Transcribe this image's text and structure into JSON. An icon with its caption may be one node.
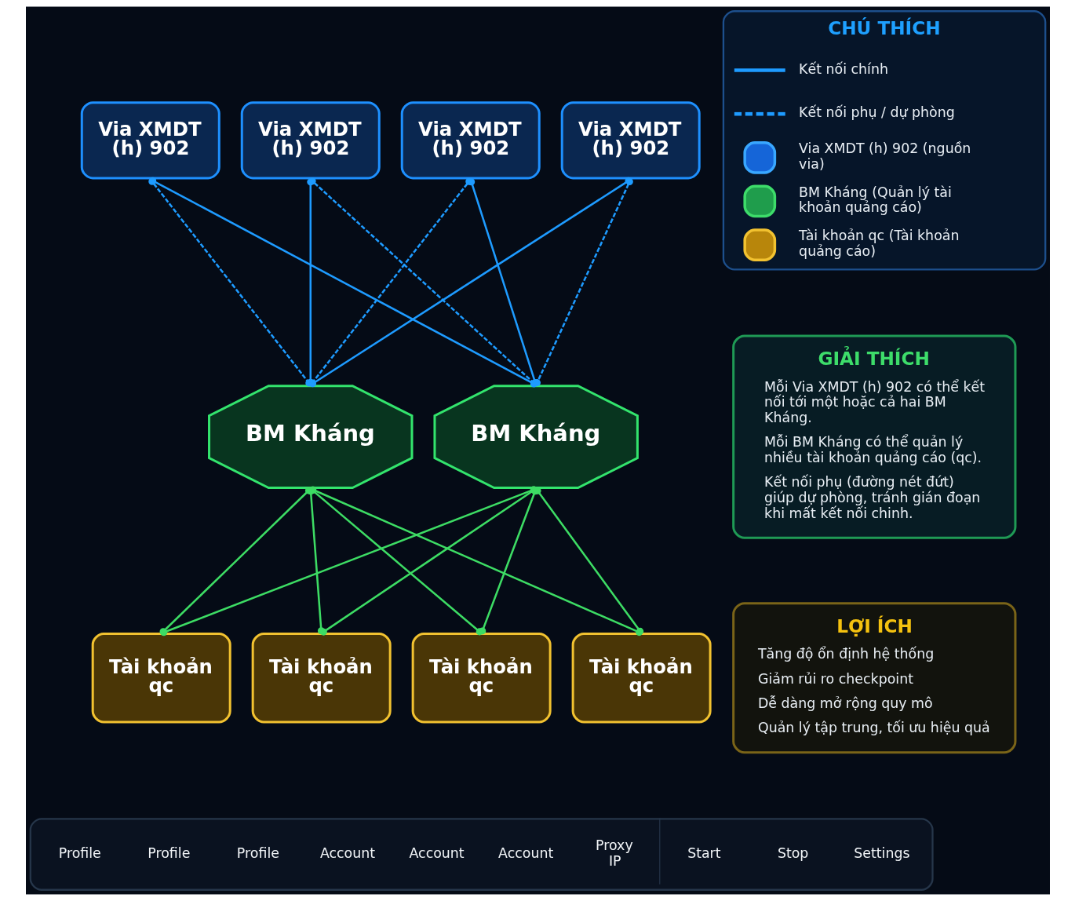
{
  "diagram": {
    "nodes": [
      {
        "text": [
          "Via XMDT (h) 902"
        ]
      },
      {
        "text": [
          "Via XMDT (h) 902"
        ]
      },
      {
        "text": [
          "Via XMDT (h) 902"
        ]
      },
      {
        "text": [
          "Via XMDT (h) 902"
        ]
      },
      {
        "text": [
          "BM Kháng"
        ]
      },
      {
        "text": [
          "BM Kháng"
        ]
      },
      {
        "text": [
          "Tài khoản qc"
        ]
      },
      {
        "text": [
          "Tài khoản qc"
        ]
      },
      {
        "text": [
          "Tài khoản qc"
        ]
      },
      {
        "text": [
          "Tài khoản qc"
        ]
      },
      {
        "text": [
          "GIẢI THÍCH",
          "Mỗi Via XMDT (h) 902 có thể kết nối tới một hoặc cả hai BM Kháng.",
          "Mỗi BM Kháng có thể quản lý nhiều tài khoản quảng cáo (qc).",
          "Kết nối phụ (đường nét đứt) giúp dự phòng, tránh gián đoạn khi mất kết nối chinh."
        ]
      },
      {
        "text": [
          "LỢI ÍCH",
          "Tăng độ ổn định hệ thống",
          "Giảm rủi ro checkpoint",
          "Dễ dàng mở rộng quy mô",
          "Quản lý tập trung, tối ưu hiệu quả"
        ]
      }
    ],
    "edges": [
      {
        "from": 0,
        "to": 4,
        "arrow": "other",
        "style": "dashed",
        "color": "#1e9bff"
      },
      {
        "from": 0,
        "to": 5,
        "arrow": "other",
        "color": "#1e9bff"
      },
      {
        "from": 1,
        "to": 4,
        "arrow": "other",
        "color": "#1e9bff"
      },
      {
        "from": 1,
        "to": 5,
        "arrow": "other",
        "style": "dashed",
        "color": "#1e9bff"
      },
      {
        "from": 2,
        "to": 4,
        "arrow": "other",
        "style": "dashed",
        "color": "#1e9bff"
      },
      {
        "from": 2,
        "to": 5,
        "arrow": "other",
        "color": "#1e9bff"
      },
      {
        "from": 3,
        "to": 4,
        "arrow": "other",
        "color": "#1e9bff"
      },
      {
        "from": 3,
        "to": 5,
        "arrow": "other",
        "style": "dashed",
        "color": "#1e9bff"
      },
      {
        "from": 4,
        "to": 6,
        "arrow": "other",
        "color": "#3ddc64"
      },
      {
        "from": 4,
        "to": 7,
        "arrow": "other",
        "color": "#3ddc64"
      },
      {
        "from": 4,
        "to": 8,
        "arrow": "other",
        "color": "#3ddc64"
      },
      {
        "from": 4,
        "to": 9,
        "arrow": "other",
        "color": "#3ddc64"
      },
      {
        "from": 5,
        "to": 6,
        "arrow": "other",
        "color": "#3ddc64"
      },
      {
        "from": 5,
        "to": 7,
        "arrow": "other",
        "color": "#3ddc64"
      },
      {
        "from": 5,
        "to": 8,
        "arrow": "other",
        "color": "#3ddc64"
      },
      {
        "from": 5,
        "to": 9,
        "arrow": "other",
        "color": "#3ddc64"
      }
    ],
    "labels": [
      "CHÚ THÍCH",
      "Profile",
      "Profile",
      "Profile",
      "Account",
      "Account",
      "Account",
      "Proxy IP",
      "Start",
      "Stop",
      "Settings"
    ],
    "legend": [
      {
        "text": "Kết nối chính"
      },
      {
        "text": "Kết nối phụ / dự phòng"
      },
      {
        "text": "Via XMDT (h) 902 (nguồn via)"
      },
      {
        "text": "BM Kháng (Quản lý tài khoản quảng cáo)"
      },
      {
        "text": "Tài khoản qc (Tài khoản quảng cáo)"
      }
    ]
  }
}
